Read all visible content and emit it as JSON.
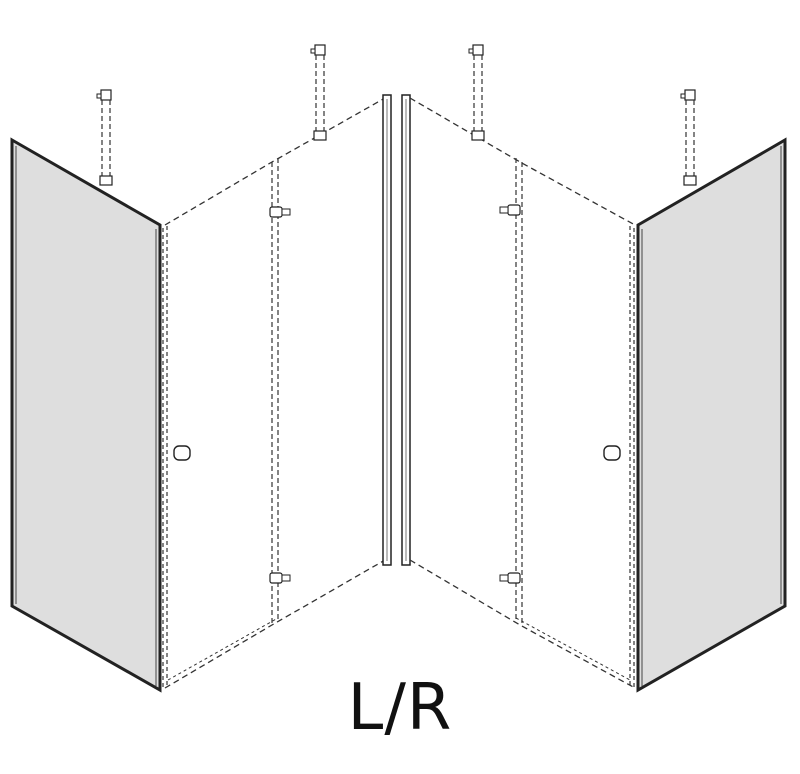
{
  "caption": "L/R",
  "colors": {
    "panel_fill": "#dedede",
    "frame": "#222222",
    "dashed_outline": "#333333",
    "background": "#ffffff"
  },
  "components": {
    "fixed_panels": 2,
    "hinged_doors": 2,
    "ceiling_supports": 4,
    "door_handles": 2,
    "hinges": 4
  }
}
